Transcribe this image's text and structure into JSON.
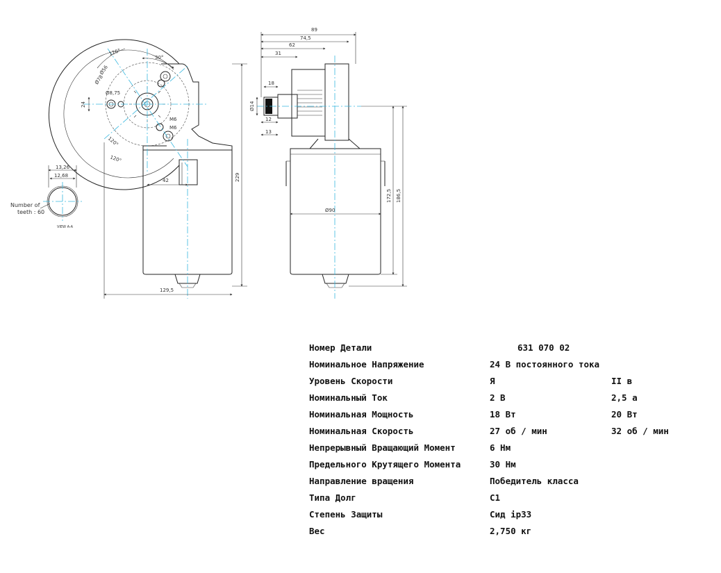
{
  "drawing": {
    "view_a": {
      "dims": [
        "13,26",
        "12,68"
      ],
      "teeth_label_line1": "Number of",
      "teeth_label_line2": "teeth : 60",
      "view_label": "VIEW A-A"
    },
    "front_view": {
      "dims": [
        "126°",
        "30°",
        "Ø56",
        "Ø78",
        "Ø8,75",
        "M6",
        "M6",
        "24",
        "42",
        "229",
        "129,5",
        "120°",
        "120°"
      ]
    },
    "side_view": {
      "dims": [
        "89",
        "74,5",
        "62",
        "31",
        "18",
        "Ø14",
        "12",
        "13",
        "Ø90",
        "172,5",
        "186,5"
      ]
    }
  },
  "specs": [
    {
      "label": "Номер Детали",
      "v1": "631 070 02",
      "v2": "",
      "centered": true
    },
    {
      "label": "Номинальное Напряжение",
      "v1": "24 В постоянного тока",
      "v2": ""
    },
    {
      "label": "Уровень Скорости",
      "v1": "Я",
      "v2": "II в"
    },
    {
      "label": "Номинальный Ток",
      "v1": "2 В",
      "v2": "2,5 а"
    },
    {
      "label": "Номинальная Мощность",
      "v1": "18 Вт",
      "v2": "20 Вт"
    },
    {
      "label": "Номинальная Скорость",
      "v1": "27 об / мин",
      "v2": "32 об / мин"
    },
    {
      "label": "Непрерывный Вращающий Момент",
      "v1": "6 Нм",
      "v2": ""
    },
    {
      "label": "Предельного Крутящего Момента",
      "v1": "30 Нм",
      "v2": ""
    },
    {
      "label": "Направление вращения",
      "v1": "Победитель класса",
      "v2": ""
    },
    {
      "label": "Типа Долг",
      "v1": "С1",
      "v2": ""
    },
    {
      "label": "Степень Защиты",
      "v1": "Сид ip33",
      "v2": ""
    },
    {
      "label": "Вес",
      "v1": "2,750 кг",
      "v2": ""
    }
  ]
}
